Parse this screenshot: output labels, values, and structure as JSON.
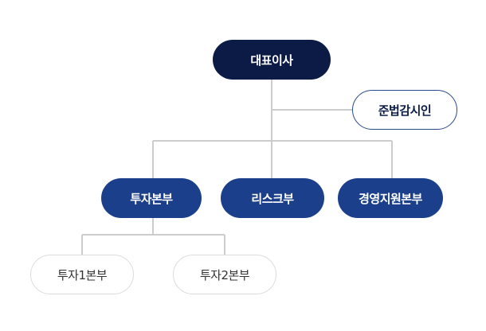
{
  "org_chart": {
    "ceo": "대표이사",
    "compliance": "준법감시인",
    "divisions": [
      {
        "label": "투자본부"
      },
      {
        "label": "리스크부"
      },
      {
        "label": "경영지원본부"
      }
    ],
    "sub_divisions": [
      {
        "label": "투자1본부"
      },
      {
        "label": "투자2본부"
      }
    ]
  },
  "colors": {
    "ceo_fill": "#0b1b45",
    "division_fill": "#1b3f8a",
    "audit_border": "#2a4a8e",
    "connector": "#cccccc",
    "sub_border": "#dcdcdc"
  }
}
